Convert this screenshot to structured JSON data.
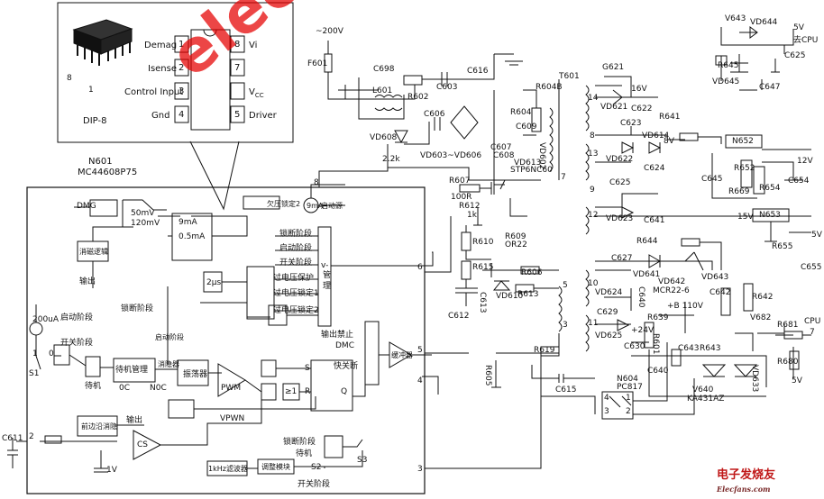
{
  "pins": {
    "p1": "Demag",
    "p2": "Isense",
    "p3": "Control Input",
    "p4": "Gnd",
    "p5": "Driver",
    "p7": "V",
    "p7sub": "CC",
    "p8": "Vi",
    "n1": "1",
    "n2": "2",
    "n3": "3",
    "n4": "4",
    "n5": "5",
    "n6": "6",
    "n7": "7",
    "n8": "8"
  },
  "package": {
    "label": "DIP-8",
    "pin8": "8",
    "pin1": "1"
  },
  "ic": {
    "ref": "N601",
    "part": "MC44608P75"
  },
  "internal": {
    "dmg": "DMG",
    "mv50": "50mV",
    "mv120": "120mV",
    "demag_logic": "消磁逻辑",
    "out1": "输出",
    "lock_stage": "锁断阶段",
    "start_stage": "启动阶段",
    "switch_stage": "开关阶段",
    "ovp": "过电压保护",
    "ov_lock1": "过电压锁定1",
    "ov_lock2": "过电压锁定2",
    "mgmt": "管 理",
    "vminus": "v-",
    "out_disable": "输出禁止",
    "dmc": "DMC",
    "ua200": "200uA",
    "start_stage2": "启动阶段",
    "switch_stage2": "开关阶段",
    "s1": "S1",
    "standby": "待机",
    "standby_mgmt": "待机管理",
    "c0c": "0C",
    "n0c": "N0C",
    "latch_block": "锁断阶段",
    "start_block": "启动阶段",
    "blanking": "消隐器",
    "osc": "振荡器",
    "pwm": "PWM",
    "vpwn": "VPWN",
    "fast_off": "快关断",
    "ge1": "≥1",
    "s": "S",
    "r": "R",
    "q": "Q",
    "ampl": "缓冲器",
    "leb": "前边沿消隐",
    "out2": "输出",
    "cs": "CS",
    "v1": "1V",
    "khz_filter": "1kHz滤波器",
    "mod_block": "调整模块",
    "lock2": "锁断阶段",
    "standby2": "待机",
    "s2": "S2",
    "s3": "S3",
    "switch2": "开关阶段",
    "ua9": "9mA",
    "startup_circuit": "启动源",
    "ov_lock_top": "欠压锁定2",
    "ua_a": "9mA",
    "ua_b": "0.5mA",
    "twous": "2μs",
    "n1w": "1",
    "n0w": "0"
  },
  "primary": {
    "ac": "~200V",
    "f601": "F601",
    "c698": "C698",
    "l601": "L601",
    "r602": "R602",
    "c603": "C603",
    "c616": "C616",
    "c606": "C606",
    "vd608": "VD608",
    "vd603": "VD603~VD606",
    "r22k": "2.2k",
    "r607": "R607",
    "r100": "100R",
    "r612": "R612",
    "k1": "1k",
    "c607": "C607",
    "c608": "C608",
    "vd613": "VD613",
    "stp": "STP6NC60",
    "r604": "R604",
    "r604b": "R604B",
    "c609": "C609",
    "vd602": "VD602",
    "r609": "R609",
    "or22": "OR22",
    "r610": "R610",
    "r615": "R615",
    "r606": "R606",
    "vd610": "VD610",
    "r613": "R613",
    "c612": "C612",
    "c613": "C613",
    "r619": "R619",
    "r605": "R605",
    "c615": "C615",
    "c611": "C611",
    "t601": "T601",
    "t7": "7",
    "t3": "3",
    "t5": "5"
  },
  "secondary": {
    "g621": "G621",
    "v16": "16V",
    "vd621": "VD621",
    "c622": "C622",
    "c623": "C623",
    "vd614": "VD614",
    "v8": "8V",
    "r641": "R641",
    "vd622": "VD622",
    "c624": "C624",
    "c625": "C625",
    "vd623": "VD623",
    "c641": "C641",
    "v15": "15V",
    "n652": "N652",
    "r652": "R652",
    "v12": "12V",
    "r669": "R669",
    "r654": "R654",
    "c654": "C654",
    "c645": "C645",
    "n653": "N653",
    "r655": "R655",
    "v5b": "5V",
    "c655": "C655",
    "r644": "R644",
    "c627": "C627",
    "vd641": "VD641",
    "vd642": "VD642",
    "mcr": "MCR22-6",
    "vd643": "VD643",
    "vd624": "VD624",
    "c640": "C640",
    "c629": "C629",
    "vd625": "VD625",
    "v24": "+24V",
    "c630": "C630",
    "b110": "+B 110V",
    "c642": "C642",
    "r642": "R642",
    "v682": "V682",
    "r681": "R681",
    "cpu": "CPU",
    "cpu7": "7",
    "r680": "R680",
    "v5c": "5V",
    "r639": "R639",
    "r601": "R601",
    "c643": "C643",
    "r643": "R643",
    "c640b": "C640",
    "v640": "V640",
    "ka": "KA431AZ",
    "vd633": "VD633",
    "n604": "N604",
    "pc817": "PC817",
    "opt4": "4",
    "opt1": "1",
    "opt3": "3",
    "opt2": "2",
    "v643": "V643",
    "vd644": "VD644",
    "v5": "5V",
    "to_cpu": "去CPU",
    "r645": "R645",
    "vd645": "VD645",
    "c647": "C647",
    "c625b": "C625",
    "w14": "14",
    "w8": "8",
    "w13": "13",
    "w9": "9",
    "w12": "12",
    "w10": "10",
    "w11": "11"
  },
  "watermark": {
    "text": "elecfans.com",
    "logo": "电子发烧友",
    "logo_sub": "Elecfans.com"
  }
}
